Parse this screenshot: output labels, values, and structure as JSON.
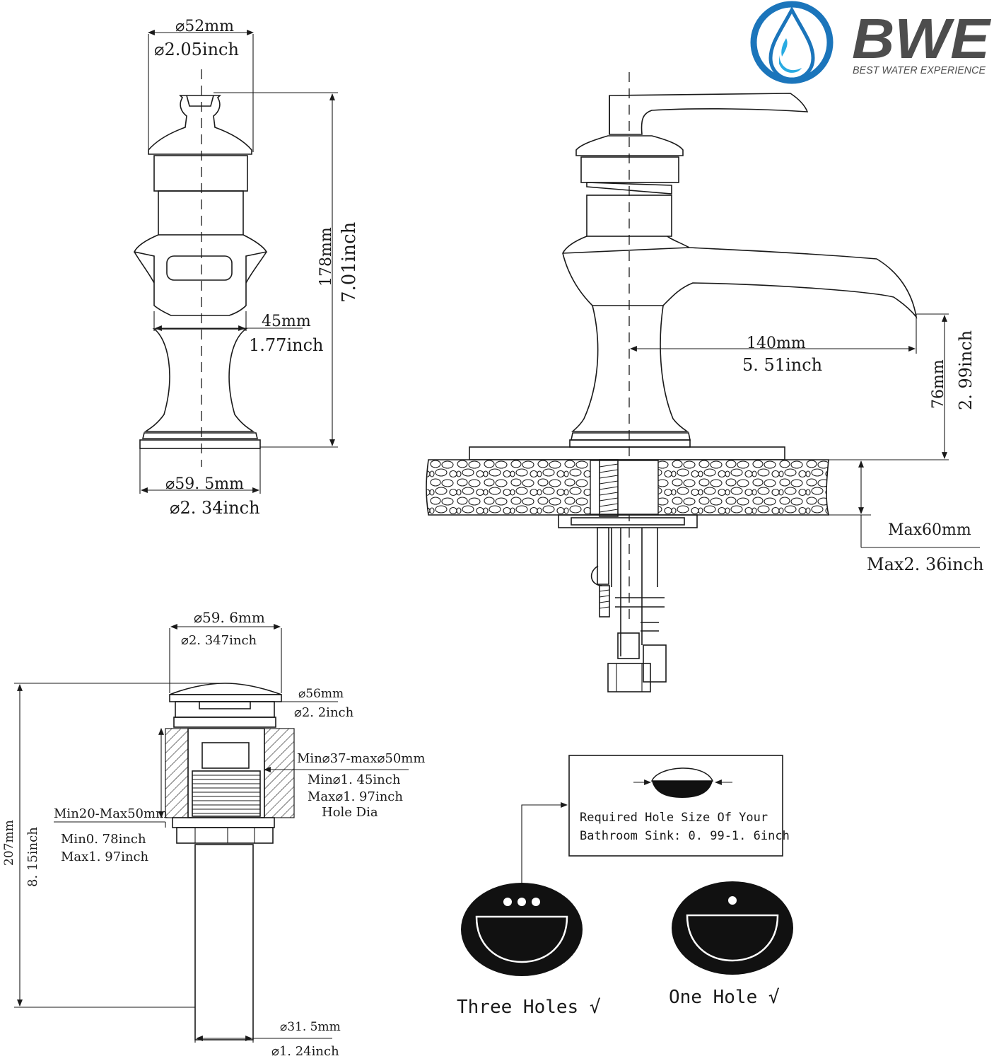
{
  "brand": {
    "name": "BWE",
    "tagline": "BEST WATER EXPERIENCE",
    "colors": {
      "ring": "#1b75bb",
      "drop": "#29abe2",
      "text": "#4d4d4d"
    }
  },
  "faucet_front": {
    "top_dia_mm": "⌀52mm",
    "top_dia_in": "⌀2.05inch",
    "height_mm": "178mm",
    "height_in": "7.01inch",
    "neck_mm": "45mm",
    "neck_in": "1.77inch",
    "base_dia_mm": "⌀59. 5mm",
    "base_dia_in": "⌀2. 34inch"
  },
  "faucet_side": {
    "reach_mm": "140mm",
    "reach_in": "5. 51inch",
    "spout_height_mm": "76mm",
    "spout_height_in": "2. 99inch",
    "deck_max_mm": "Max60mm",
    "deck_max_in": "Max2. 36inch"
  },
  "drain": {
    "cap_dia_mm": "⌀59. 6mm",
    "cap_dia_in": "⌀2. 347inch",
    "flange_mm": "⌀56mm",
    "flange_in": "⌀2. 2inch",
    "hole_range": "Min⌀37-max⌀50mm",
    "hole_min_in": "Min⌀1. 45inch",
    "hole_max_in": "Max⌀1. 97inch",
    "hole_label": "Hole Dia",
    "thickness_mm": "Min20-Max50mm",
    "thickness_min_in": "Min0. 78inch",
    "thickness_max_in": "Max1. 97inch",
    "total_mm": "207mm",
    "total_in": "8. 15inch",
    "pipe_mm": "⌀31. 5mm",
    "pipe_in": "⌀1. 24inch"
  },
  "sink_info": {
    "line1": "Required Hole Size Of Your",
    "line2": "Bathroom Sink: 0. 99-1. 6inch",
    "three_holes": "Three Holes √",
    "one_hole": "One Hole  √"
  }
}
